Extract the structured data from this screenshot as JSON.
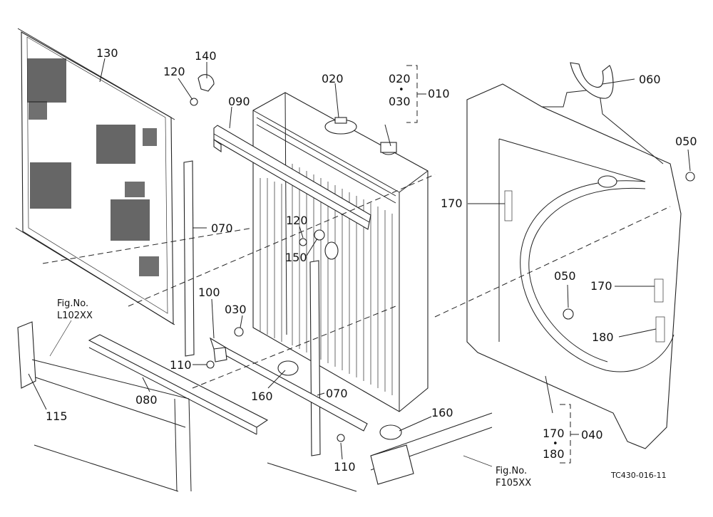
{
  "labels": {
    "p130": "130",
    "p140": "140",
    "p120a": "120",
    "p090": "090",
    "p020": "020",
    "p020b": "020",
    "p030b": "030",
    "p010": "010",
    "p060": "060",
    "p050a": "050",
    "p170a": "170",
    "p070a": "070",
    "p120b": "120",
    "p150": "150",
    "p050b": "050",
    "p170b": "170",
    "p100": "100",
    "p030a": "030",
    "p180a": "180",
    "p110a": "110",
    "p080": "080",
    "p160a": "160",
    "p070b": "070",
    "p115": "115",
    "p160b": "160",
    "p110b": "110",
    "p170c": "170",
    "p040": "040",
    "p180b": "180"
  },
  "refs": {
    "fig1_title": "Fig.No.",
    "fig1_code": "L102XX",
    "fig2_title": "Fig.No.",
    "fig2_code": "F105XX",
    "drawing_code": "TC430-016-11"
  },
  "dots": {
    "d1": "•",
    "d2": "•"
  }
}
